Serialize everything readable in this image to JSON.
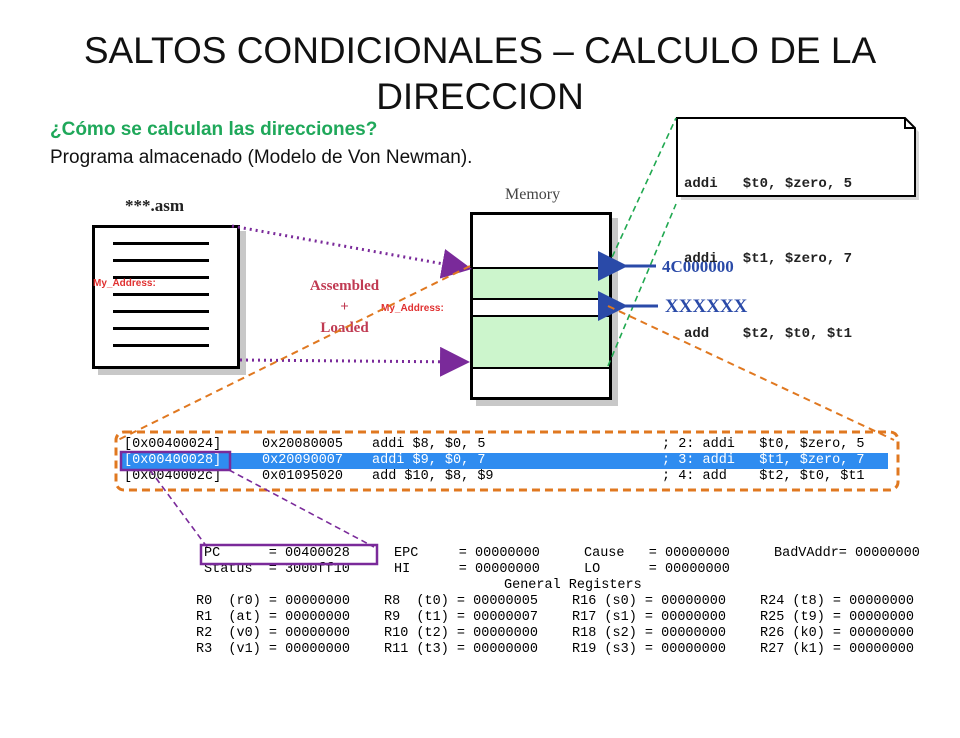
{
  "title": "SALTOS CONDICIONALES – CALCULO DE LA DIRECCION",
  "question": "¿Cómo se calculan las direcciones?",
  "program_text": "Programa almacenado (Modelo de Von Newman).",
  "asm_label": "***.asm",
  "memory_label": "Memory",
  "asm_address_label": "My_Address:",
  "memory_address_label": "My_Address:",
  "assembled_lines": [
    "Assembled",
    "+",
    "Loaded"
  ],
  "pointers": [
    "4C000000",
    "XXXXXX"
  ],
  "code_snippet": [
    "addi   $t0, $zero, 5",
    "addi   $t1, $zero, 7",
    "add    $t2, $t0, $t1"
  ],
  "listing": [
    {
      "addr": "[0x00400024]",
      "code": "0x20080005",
      "instr": "addi $8, $0, 5",
      "comment": "; 2: addi   $t0, $zero, 5",
      "selected": false
    },
    {
      "addr": "[0x00400028]",
      "code": "0x20090007",
      "instr": "addi $9, $0, 7",
      "comment": "; 3: addi   $t1, $zero, 7",
      "selected": true
    },
    {
      "addr": "[0x0040002c]",
      "code": "0x01095020",
      "instr": "add $10, $8, $9",
      "comment": "; 4: add    $t2, $t0, $t1",
      "selected": false
    }
  ],
  "registers": {
    "special": [
      [
        "PC      = 00400028",
        "EPC     = 00000000",
        "Cause   = 00000000",
        "BadVAddr= 00000000"
      ],
      [
        "Status  = 3000ff10",
        "HI      = 00000000",
        "LO      = 00000000",
        ""
      ]
    ],
    "general_header": "General Registers",
    "general": [
      [
        "R0  (r0) = 00000000",
        "R8  (t0) = 00000005",
        "R16 (s0) = 00000000",
        "R24 (t8) = 00000000"
      ],
      [
        "R1  (at) = 00000000",
        "R9  (t1) = 00000007",
        "R17 (s1) = 00000000",
        "R25 (t9) = 00000000"
      ],
      [
        "R2  (v0) = 00000000",
        "R10 (t2) = 00000000",
        "R18 (s2) = 00000000",
        "R26 (k0) = 00000000"
      ],
      [
        "R3  (v1) = 00000000",
        "R11 (t3) = 00000000",
        "R19 (s3) = 00000000",
        "R27 (k1) = 00000000"
      ]
    ]
  },
  "colors": {
    "green_text": "#1fa85a",
    "memory_fill": "#ccf5cc",
    "pointer_blue": "#2a4aa8",
    "selected_row": "#2f8cf0",
    "dotted_purple": "#7a2a9a",
    "dashed_orange": "#e07820",
    "dashed_green": "#20a850"
  }
}
